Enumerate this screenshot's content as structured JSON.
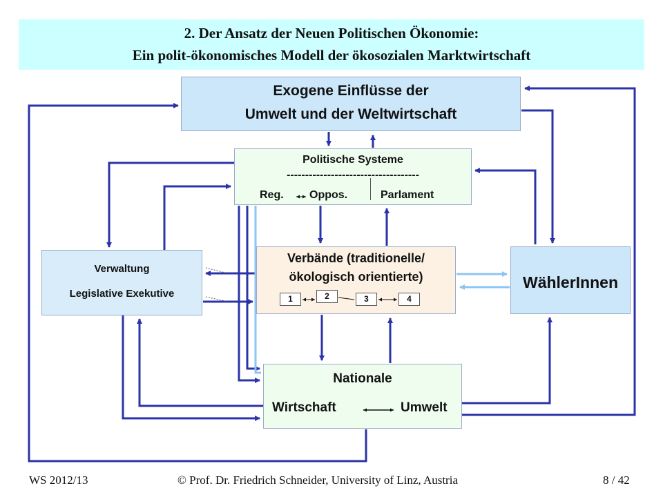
{
  "title": {
    "line1": "2. Der Ansatz der Neuen Politischen Ökonomie:",
    "line2": "Ein polit-ökonomisches Modell der ökosozialen Marktwirtschaft"
  },
  "boxes": {
    "exogen": {
      "line1": "Exogene Einflüsse der",
      "line2": "Umwelt und der Weltwirtschaft"
    },
    "politik": {
      "title": "Politische Systeme",
      "dashes": "------------------------------------",
      "reg": "Reg.",
      "oppos": "Oppos.",
      "parlament": "Parlament"
    },
    "verwaltung": {
      "line1": "Verwaltung",
      "line2": "Legislative  Exekutive"
    },
    "verbaende": {
      "line1": "Verbände (traditionelle/",
      "line2": "ökologisch orientierte)",
      "numbers": [
        "1",
        "2",
        "3",
        "4"
      ]
    },
    "waehler": {
      "label": "WählerInnen"
    },
    "national": {
      "line1": "Nationale",
      "wirtschaft": "Wirtschaft",
      "umwelt": "Umwelt"
    }
  },
  "footer": {
    "semester": "WS 2012/13",
    "copyright": "© Prof. Dr. Friedrich Schneider, University of Linz, Austria",
    "page": "8 / 42"
  },
  "colors": {
    "arrow": "#2a33a8",
    "arrow_light": "#8ec4f0",
    "title_bg": "#ccffff"
  }
}
